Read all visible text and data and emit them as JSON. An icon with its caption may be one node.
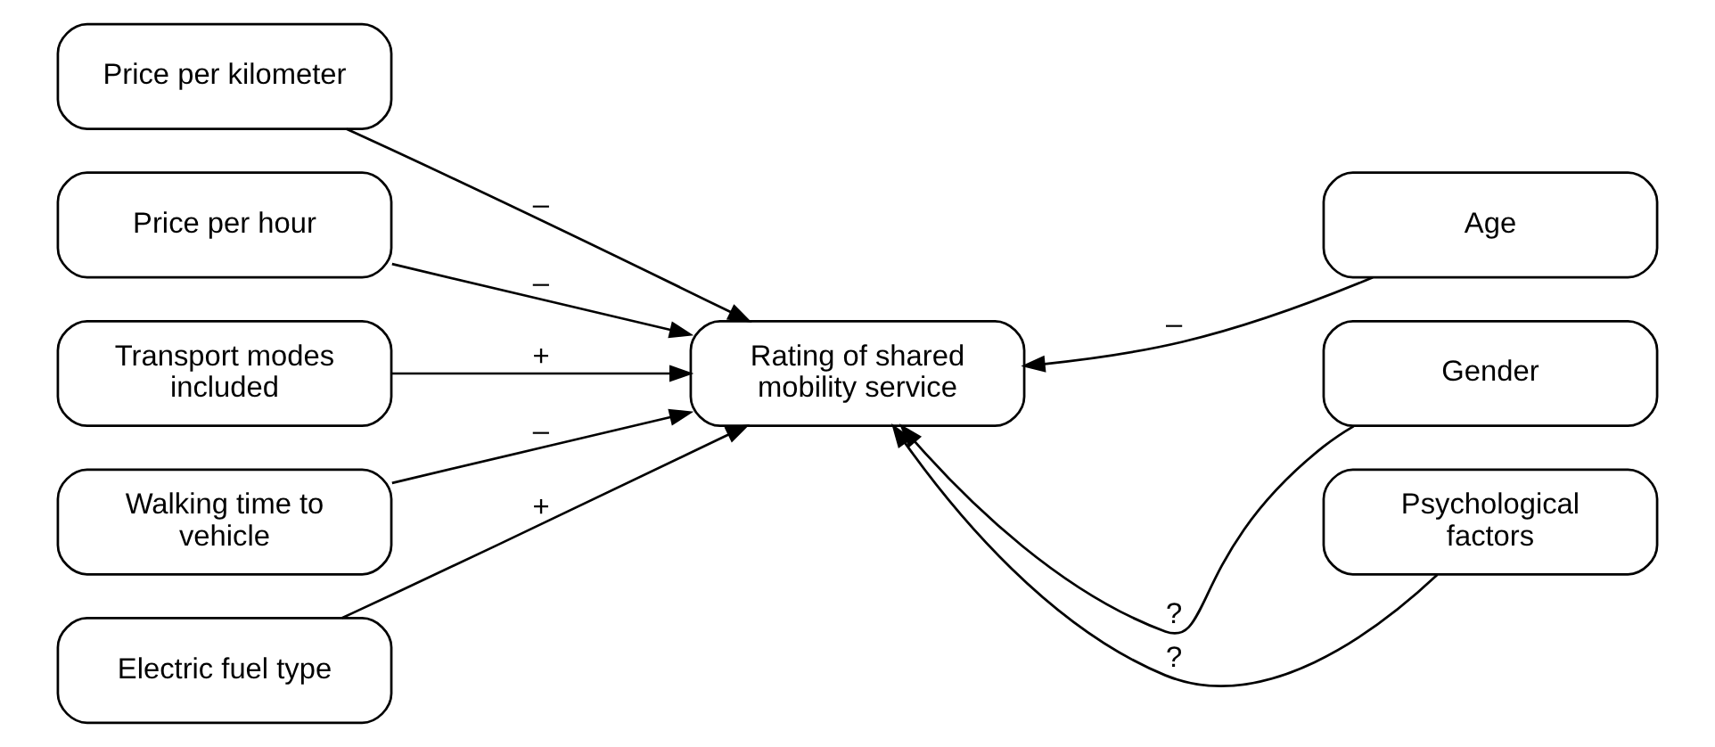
{
  "diagram": {
    "nodes": [
      {
        "text": [
          "Price per kilometer"
        ]
      },
      {
        "text": [
          "Price per hour"
        ]
      },
      {
        "text": [
          "Transport modes included"
        ]
      },
      {
        "text": [
          "Walking time to vehicle"
        ]
      },
      {
        "text": [
          "Electric fuel type"
        ]
      },
      {
        "text": [
          "Rating of shared mobility service"
        ]
      },
      {
        "text": [
          "Age"
        ]
      },
      {
        "text": [
          "Gender"
        ]
      },
      {
        "text": [
          "Psychological factors"
        ]
      }
    ],
    "edges": [
      {
        "from": 0,
        "to": 5,
        "arrow": "to",
        "label": "–"
      },
      {
        "from": 1,
        "to": 5,
        "arrow": "to",
        "label": "–"
      },
      {
        "from": 2,
        "to": 5,
        "arrow": "to",
        "label": "+"
      },
      {
        "from": 3,
        "to": 5,
        "arrow": "to",
        "label": "–"
      },
      {
        "from": 4,
        "to": 5,
        "arrow": "to",
        "label": "+"
      },
      {
        "from": 6,
        "to": 5,
        "arrow": "to",
        "label": "–"
      },
      {
        "from": 7,
        "to": 5,
        "arrow": "to",
        "label": "?"
      },
      {
        "from": 8,
        "to": 5,
        "arrow": "to",
        "label": "?"
      }
    ]
  }
}
